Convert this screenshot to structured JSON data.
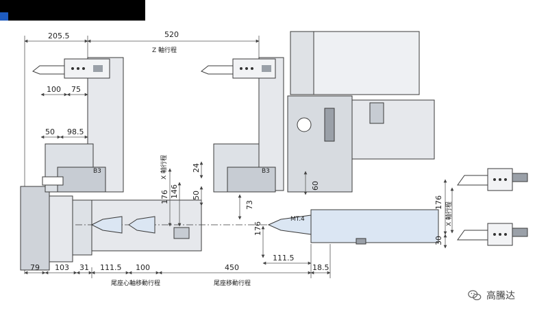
{
  "dimensions": {
    "top_left": "205.5",
    "top_main": "520",
    "top_axis_label": "Z 軸行程",
    "left_a": "100",
    "left_b": "75",
    "mid_a": "50",
    "mid_b": "98.5",
    "turret_label_1": "B3",
    "turret_label_2": "B3",
    "x_axis_left": "X 軸行程",
    "v_176": "176",
    "v_146": "146",
    "v_24": "24",
    "v_50": "50",
    "v_73": "73",
    "v_60": "60",
    "v_176_center": "176",
    "v_176_right": "176",
    "v_30": "30",
    "x_axis_right": "X 軸行程",
    "mt_label": "MT.4",
    "bottom_79": "79",
    "bottom_103": "103",
    "bottom_31": "31",
    "bottom_111_5": "111.5",
    "bottom_100": "100",
    "bottom_450": "450",
    "bottom_18_5": "18.5",
    "mid_111_5": "111.5",
    "tail_quill_label": "尾座心軸移動行程",
    "tail_move_label": "尾座移動行程"
  },
  "watermark": {
    "text": "高騰达",
    "icon": "wechat-icon"
  },
  "colors": {
    "line": "#3a3a3a",
    "dim": "#555555",
    "fill_light": "#e6e8ec",
    "fill_mid": "#cfd3d9",
    "fill_blue": "#dbe6f3",
    "fill_dark": "#9aa0a8"
  }
}
